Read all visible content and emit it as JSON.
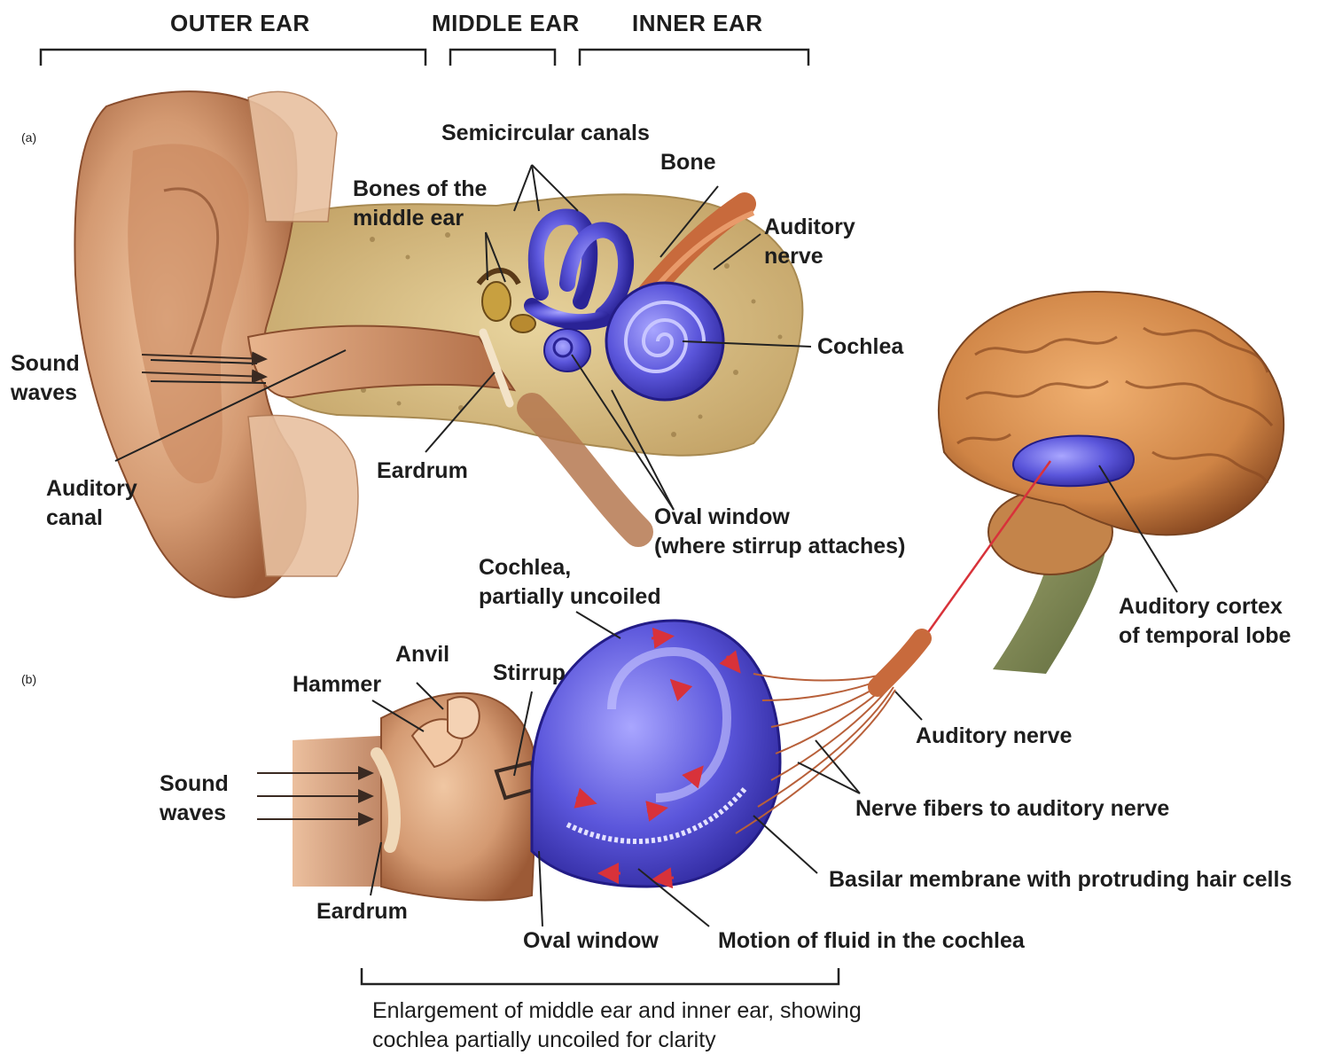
{
  "headers": {
    "outer_ear": "OUTER EAR",
    "middle_ear": "MIDDLE EAR",
    "inner_ear": "INNER EAR"
  },
  "panel_a": {
    "tag": "(a)",
    "semicircular_canals": "Semicircular canals",
    "bone": "Bone",
    "bones_middle_ear": [
      "Bones of the",
      "middle ear"
    ],
    "auditory_nerve": [
      "Auditory",
      "nerve"
    ],
    "cochlea": "Cochlea",
    "sound_waves": [
      "Sound",
      "waves"
    ],
    "eardrum": "Eardrum",
    "auditory_canal": [
      "Auditory",
      "canal"
    ],
    "oval_window": [
      "Oval window",
      "(where stirrup attaches)"
    ]
  },
  "panel_b": {
    "tag": "(b)",
    "cochlea_uncoiled": [
      "Cochlea,",
      "partially uncoiled"
    ],
    "anvil": "Anvil",
    "hammer": "Hammer",
    "stirrup": "Stirrup",
    "sound_waves": [
      "Sound",
      "waves"
    ],
    "eardrum": "Eardrum",
    "oval_window": "Oval window",
    "motion_of_fluid": "Motion of fluid in the cochlea",
    "auditory_nerve": "Auditory nerve",
    "nerve_fibers": "Nerve fibers to auditory nerve",
    "basilar_membrane": "Basilar membrane with protruding hair cells",
    "caption": [
      "Enlargement of middle ear and inner ear, showing",
      "cochlea partially uncoiled for clarity"
    ]
  },
  "brain": {
    "auditory_cortex": [
      "Auditory cortex",
      "of temporal lobe"
    ]
  },
  "colors": {
    "skin": "#d9a27a",
    "skin_shadow": "#9c5a36",
    "bone_tan": "#d9c08a",
    "cochlea_blue": "#5a55d6",
    "brain": "#d08a4c",
    "nerve": "#c86a3c",
    "fluid_arrow": "#d8323a"
  }
}
